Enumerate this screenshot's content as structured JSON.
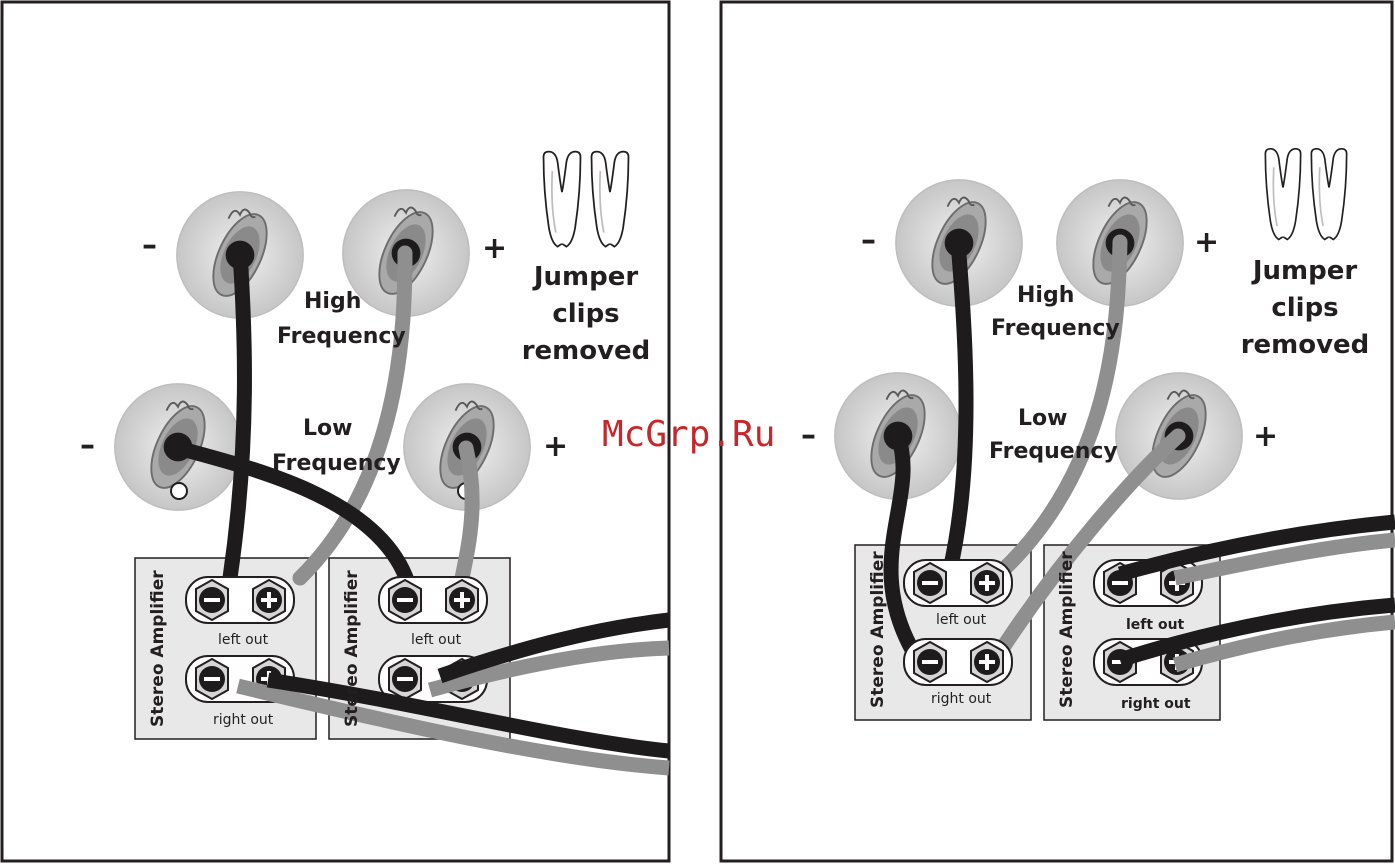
{
  "colors": {
    "black_wire": "#1d1b1c",
    "gray_wire": "#8f8f8f",
    "post": "#d4d4d4",
    "amp_box": "#e8e8e8",
    "watermark": "#c8262a"
  },
  "labels": {
    "high_line1": "High",
    "high_line2": "Frequency",
    "low_line1": "Low",
    "low_line2": "Frequency",
    "jumper_line1": "Jumper",
    "jumper_line2": "clips",
    "jumper_line3": "removed",
    "minus": "–",
    "plus": "+",
    "amp": "Stereo Amplifier",
    "left_out": "left out",
    "right_out": "right out"
  },
  "watermark": "McGrp.Ru"
}
